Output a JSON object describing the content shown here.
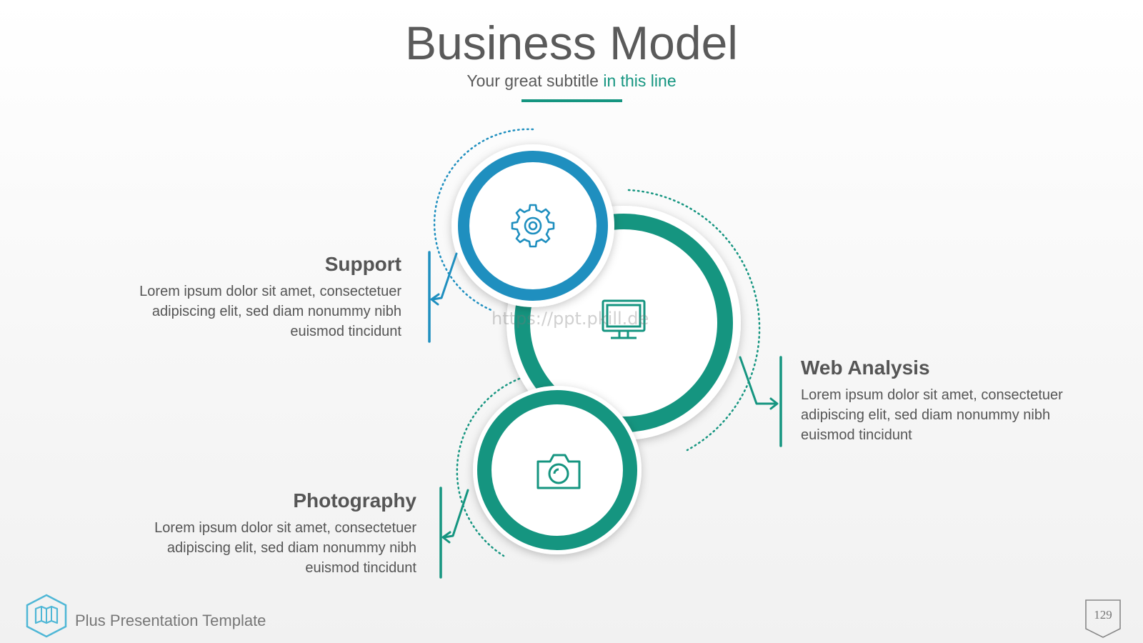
{
  "header": {
    "title": "Business Model",
    "subtitle_plain": "Your great subtitle ",
    "subtitle_accent": "in this line"
  },
  "items": [
    {
      "title": "Support",
      "body_lines": [
        "Lorem ipsum dolor sit amet, consectetuer",
        "adipiscing elit, sed diam nonummy nibh",
        "euismod tincidunt"
      ],
      "icon": "gear-icon"
    },
    {
      "title": "Web Analysis",
      "body_lines": [
        "Lorem ipsum dolor sit amet, consectetuer",
        "adipiscing elit, sed diam nonummy nibh",
        "euismod tincidunt"
      ],
      "icon": "monitor-icon"
    },
    {
      "title": "Photography",
      "body_lines": [
        "Lorem ipsum dolor sit amet, consectetuer",
        "adipiscing elit, sed diam nonummy nibh",
        "euismod tincidunt"
      ],
      "icon": "camera-icon"
    }
  ],
  "watermark": "https://ppt.pkill.de",
  "footer": {
    "template_name": "Plus Presentation Template",
    "page_number": "129",
    "logo_icon": "map-hexagon-icon"
  },
  "colors": {
    "teal": "#159580",
    "blue": "#1f8fbf",
    "text": "#555555"
  }
}
